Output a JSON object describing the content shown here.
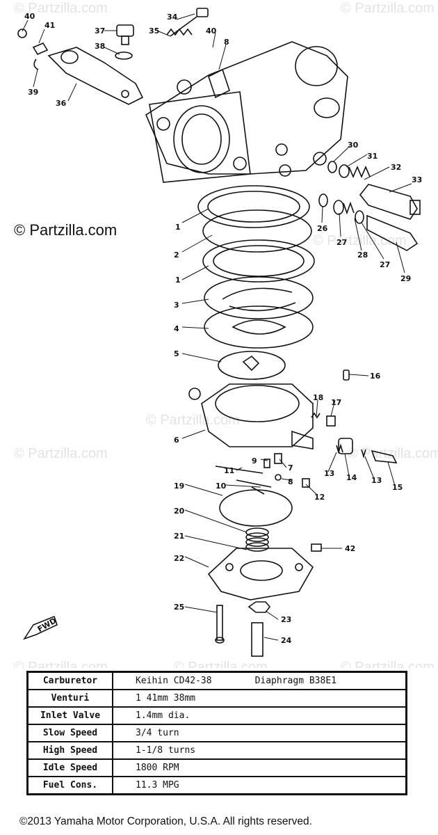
{
  "watermarks": [
    "© Partzilla.com",
    "© Partzilla.com",
    "© Partzilla.com",
    "© Partzilla.com",
    "© Partzilla.com",
    "© Partzilla.com",
    "© Partzilla.com",
    "© Partzilla.com",
    "© Partzilla.com"
  ],
  "copyright_mark": "© Partzilla.com",
  "fwd_label": "FWD",
  "callouts": [
    "40",
    "41",
    "39",
    "36",
    "37",
    "38",
    "34",
    "35",
    "40",
    "8",
    "30",
    "31",
    "32",
    "33",
    "26",
    "27",
    "28",
    "27",
    "29",
    "1",
    "2",
    "1",
    "3",
    "4",
    "5",
    "16",
    "18",
    "17",
    "6",
    "9",
    "7",
    "8",
    "11",
    "10",
    "14",
    "13",
    "13",
    "15",
    "12",
    "19",
    "20",
    "21",
    "42",
    "22",
    "25",
    "23",
    "24"
  ],
  "specs": [
    {
      "label": "Carburetor",
      "value": "Keihin CD42-38",
      "value2": "Diaphragm B38E1"
    },
    {
      "label": "Venturi",
      "value": "1  41mm  38mm",
      "value2": ""
    },
    {
      "label": "Inlet Valve",
      "value": "1.4mm dia.",
      "value2": ""
    },
    {
      "label": "Slow Speed",
      "value": "3/4 turn",
      "value2": ""
    },
    {
      "label": "High Speed",
      "value": "1-1/8 turns",
      "value2": ""
    },
    {
      "label": "Idle Speed",
      "value": "1800 RPM",
      "value2": ""
    },
    {
      "label": "Fuel Cons.",
      "value": "11.3 MPG",
      "value2": ""
    }
  ],
  "footer": "©2013  Yamaha Motor Corporation, U.S.A. All rights reserved."
}
